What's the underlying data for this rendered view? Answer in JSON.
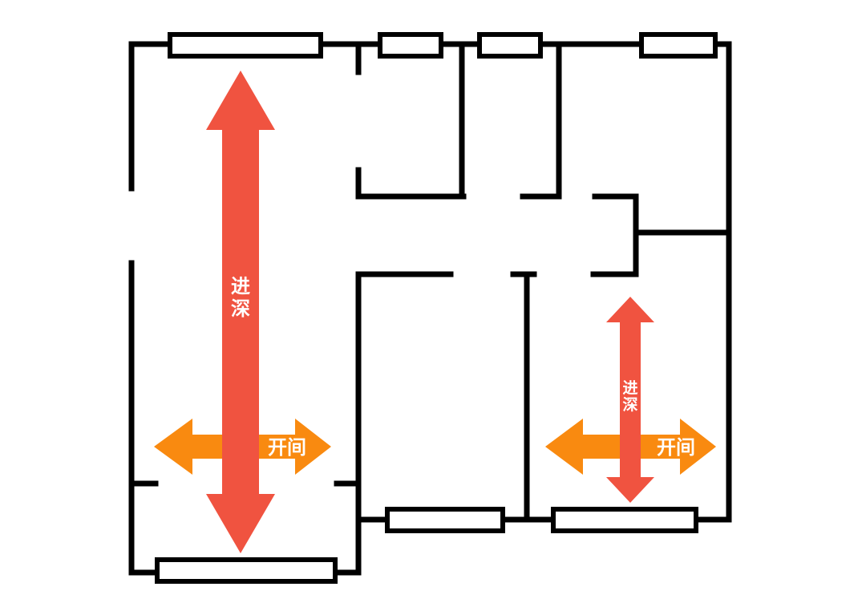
{
  "labels": {
    "depth_large": [
      "进",
      "深"
    ],
    "width_large": "开间",
    "depth_small": [
      "进",
      "深"
    ],
    "width_small": "开间"
  },
  "colors": {
    "wall": "#000000",
    "depth_arrow": "#f05340",
    "width_arrow": "#f98a10",
    "label": "#ffffff",
    "background": "#ffffff"
  }
}
